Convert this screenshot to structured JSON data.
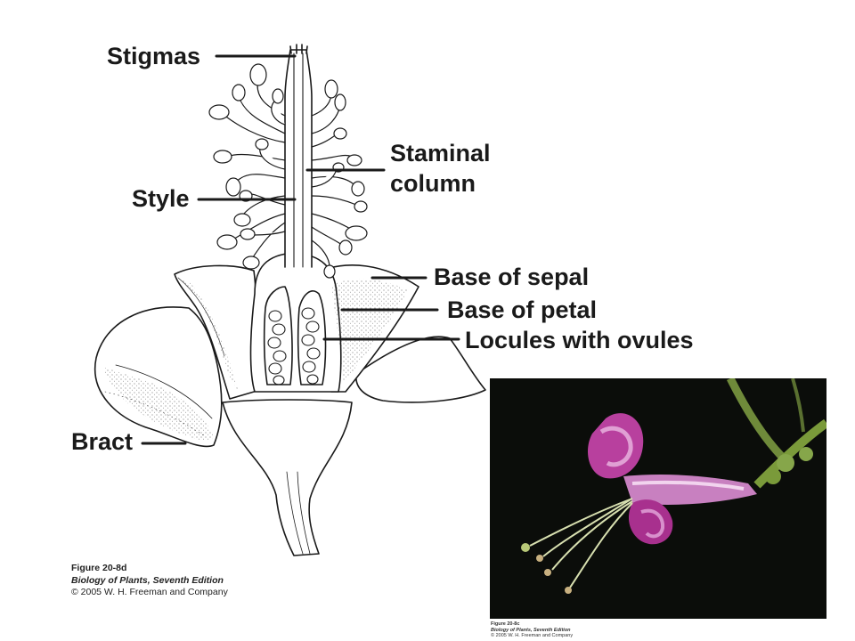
{
  "labels": {
    "stigmas": "Stigmas",
    "staminal_column": [
      "Staminal",
      "column"
    ],
    "style": "Style",
    "base_of_sepal": "Base of sepal",
    "base_of_petal": "Base of petal",
    "locules_with_ovules": "Locules with ovules",
    "bract": "Bract"
  },
  "caption_main": {
    "figure": "Figure 20-8d",
    "source": "Biology of Plants, Seventh Edition",
    "copyright": "© 2005 W. H. Freeman and Company"
  },
  "caption_photo": {
    "figure": "Figure 20-8c",
    "source": "Biology of Plants, Seventh Edition",
    "copyright": "© 2005 W. H. Freeman and Company"
  },
  "colors": {
    "line": "#1a1a1a",
    "photo_background": "#0b0d0a",
    "petal_pink": "#c04aa8",
    "stem_green": "#7a9a3a"
  }
}
